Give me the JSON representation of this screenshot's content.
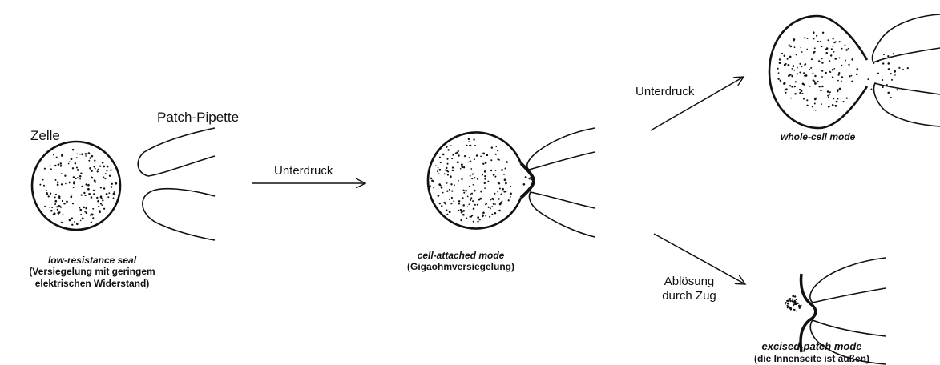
{
  "stage1": {
    "cell_label": "Zelle",
    "pipette_label": "Patch-Pipette",
    "caption_title": "low-resistance seal",
    "caption_line1": "(Versiegelung mit geringem",
    "caption_line2": "elektrischen Widerstand)"
  },
  "arrow_main": {
    "label": "Unterdruck"
  },
  "stage2": {
    "caption_title": "cell-attached mode",
    "caption_line1": "(Gigaohmversiegelung)"
  },
  "arrow_up": {
    "label": "Unterdruck"
  },
  "stage3": {
    "caption_title": "whole-cell mode"
  },
  "arrow_down": {
    "label_line1": "Ablösung",
    "label_line2": "durch Zug"
  },
  "stage4": {
    "caption_title": "excised-patch mode",
    "caption_line1": "(die Innenseite ist außen)"
  }
}
